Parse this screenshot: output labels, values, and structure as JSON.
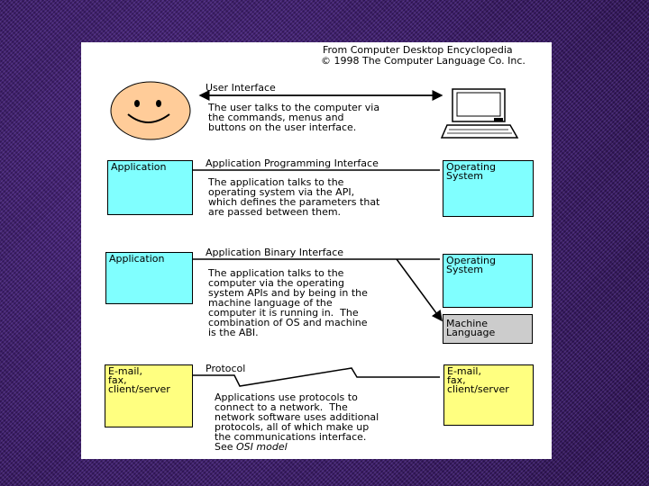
{
  "citation": {
    "line1": "From Computer Desktop Encyclopedia",
    "line2": "© 1998 The Computer Language Co. Inc."
  },
  "sections": {
    "user_interface": {
      "title": "User Interface",
      "description": "The user talks to the computer via\nthe commands, menus and\nbuttons on the user interface."
    },
    "api": {
      "title": "Application Programming Interface",
      "left_box": "Application",
      "right_box": "Operating\nSystem",
      "description": "The application talks to the\noperating system via the API,\nwhich defines the parameters that\nare passed between them."
    },
    "abi": {
      "title": "Application Binary Interface",
      "left_box": "Application",
      "right_box": "Operating\nSystem",
      "right_box_lower": "Machine\nLanguage",
      "description": "The application talks to the\ncomputer via the operating\nsystem APIs and by being in the\nmachine language of the\ncomputer it is running in.  The\ncombination of OS and machine\nis the ABI."
    },
    "protocol": {
      "title": "Protocol",
      "left_box": "E-mail,\nfax,\nclient/server",
      "right_box": "E-mail,\nfax,\nclient/server",
      "description": "Applications use protocols to\nconnect to a network.  The\nnetwork software uses additional\nprotocols, all of which make up\nthe communications interface.",
      "see_prefix": "See ",
      "see_link": "OSI model"
    }
  },
  "colors": {
    "background": "#3a1a66",
    "cyan_box": "#80ffff",
    "yellow_box": "#ffff80",
    "gray_box": "#cccccc",
    "face": "#ffcc99"
  },
  "icons": [
    "smiley-face-icon",
    "computer-terminal-icon"
  ]
}
